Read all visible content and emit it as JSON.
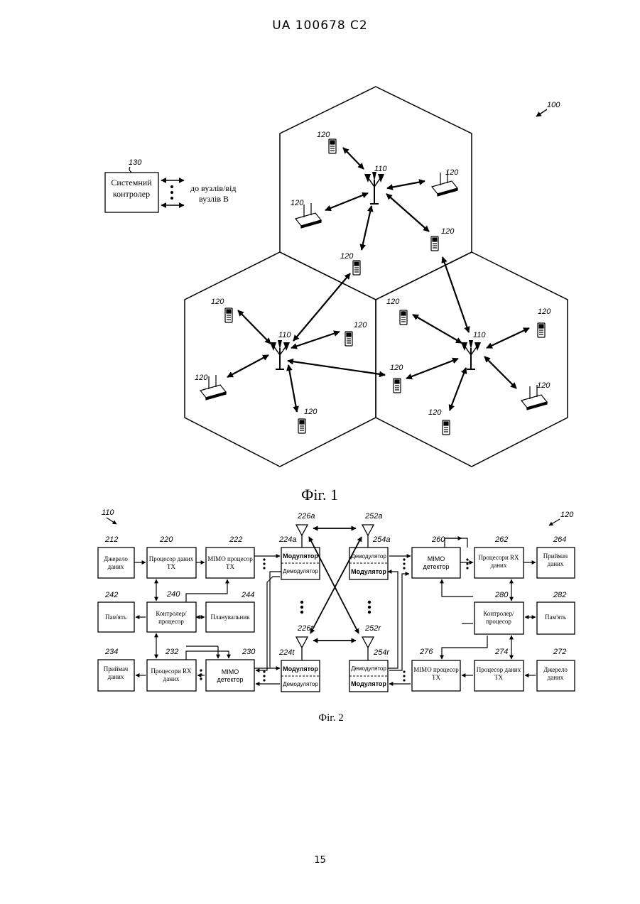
{
  "header": "UA   100678   C2",
  "page_number": "15",
  "fig1": {
    "caption": "Фіг. 1",
    "system_ref": "100",
    "controller": {
      "ref": "130",
      "line1": "Системний",
      "line2": "контролер"
    },
    "to_nodes": {
      "line1": "до вузлів/від",
      "line2": "вузлів B"
    },
    "node_ref": "110",
    "terminal_ref": "120"
  },
  "fig2": {
    "caption": "Фіг. 2",
    "left_ref": "110",
    "right_ref": "120",
    "blocks": {
      "b212": {
        "ref": "212",
        "lines": [
          "Джерело",
          "даних"
        ]
      },
      "b220": {
        "ref": "220",
        "lines": [
          "Процесор даних",
          "ТХ"
        ]
      },
      "b222": {
        "ref": "222",
        "lines": [
          "МІМО процесор",
          "ТХ"
        ]
      },
      "b242": {
        "ref": "242",
        "lines": [
          "Пам'ять"
        ]
      },
      "b240": {
        "ref": "240",
        "lines": [
          "Контролер/",
          "процесор"
        ]
      },
      "b244": {
        "ref": "244",
        "lines": [
          "Планувальник"
        ]
      },
      "b234": {
        "ref": "234",
        "lines": [
          "Приймач",
          "даних"
        ]
      },
      "b232": {
        "ref": "232",
        "lines": [
          "Процесори RX",
          "даних"
        ]
      },
      "b230": {
        "ref": "230",
        "lines": [
          "МІМО",
          "детектор"
        ]
      },
      "b264": {
        "ref": "264",
        "lines": [
          "Приймач",
          "даних"
        ]
      },
      "b262": {
        "ref": "262",
        "lines": [
          "Процесори RX",
          "даних"
        ]
      },
      "b260": {
        "ref": "260",
        "lines": [
          "МІМО",
          "детектор"
        ]
      },
      "b280": {
        "ref": "280",
        "lines": [
          "Контролер/",
          "процесор"
        ]
      },
      "b282": {
        "ref": "282",
        "lines": [
          "Пам'ять"
        ]
      },
      "b272": {
        "ref": "272",
        "lines": [
          "Джерело",
          "даних"
        ]
      },
      "b274": {
        "ref": "274",
        "lines": [
          "Процесор даних",
          "ТХ"
        ]
      },
      "b276": {
        "ref": "276",
        "lines": [
          "МІМО процесор",
          "ТХ"
        ]
      }
    },
    "modems": {
      "m224a": {
        "ref": "224a",
        "top": "Модулятор",
        "bottom": "Демодулятор"
      },
      "m224t": {
        "ref": "224t",
        "top": "Модулятор",
        "bottom": "Демодулятор"
      },
      "m254a": {
        "ref": "254a",
        "top": "Демодулятор",
        "bottom": "Модулятор"
      },
      "m254r": {
        "ref": "254r",
        "top": "Демодулятор",
        "bottom": "Модулятор"
      }
    },
    "antennas": {
      "a226a": "226a",
      "a226t": "226t",
      "a252a": "252a",
      "a252r": "252r"
    }
  }
}
